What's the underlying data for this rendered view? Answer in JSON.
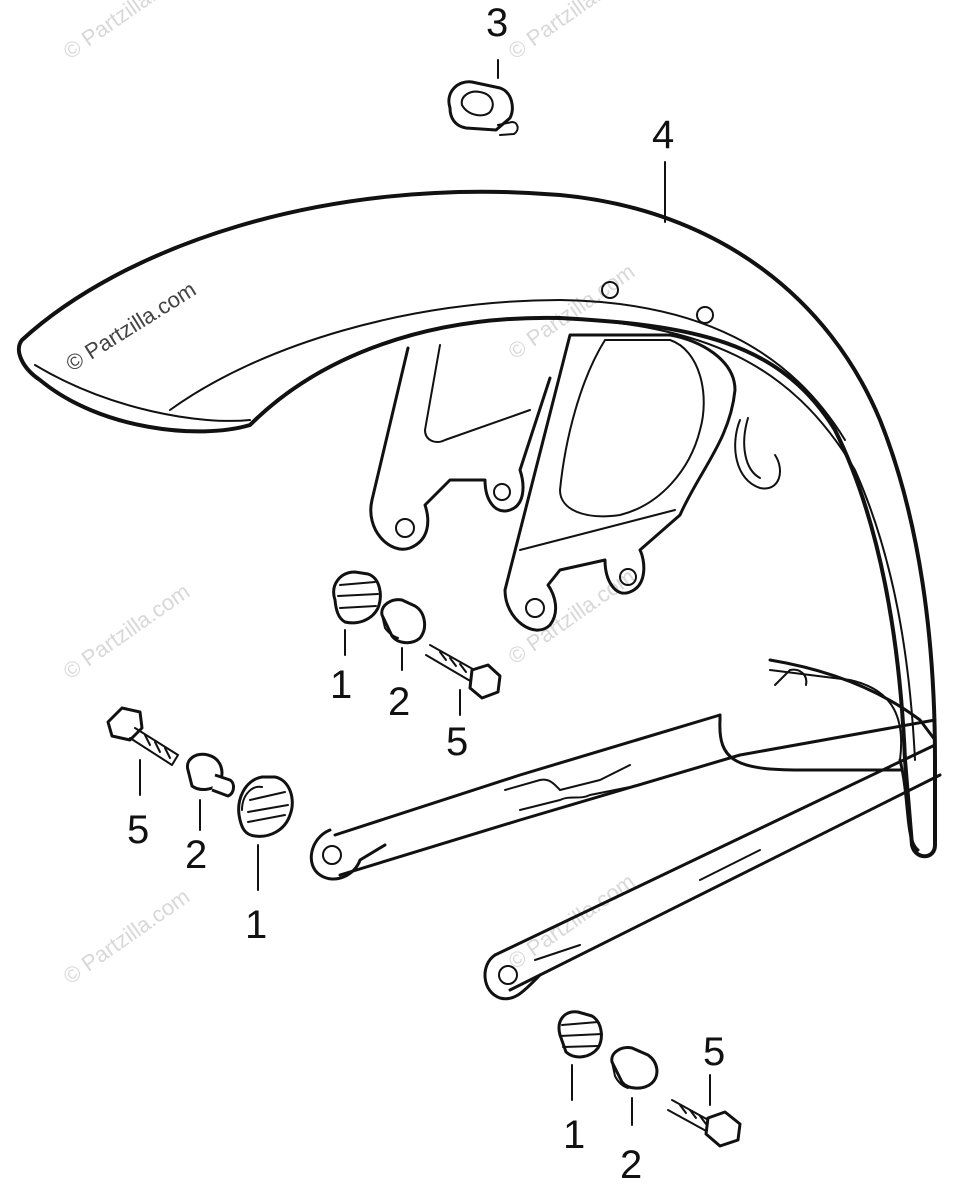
{
  "diagram": {
    "callouts": {
      "nut": "3",
      "fender": "4",
      "left_cushion": "1",
      "left_collar": "2",
      "left_bolt": "5",
      "mid_cushion": "1",
      "mid_collar": "2",
      "mid_bolt": "5",
      "low_cushion": "1",
      "low_collar": "2",
      "low_bolt": "5"
    },
    "watermark": "© Partzilla.com",
    "colors": {
      "line": "#111111",
      "watermark": "#d8d8d8",
      "background": "#ffffff"
    }
  }
}
